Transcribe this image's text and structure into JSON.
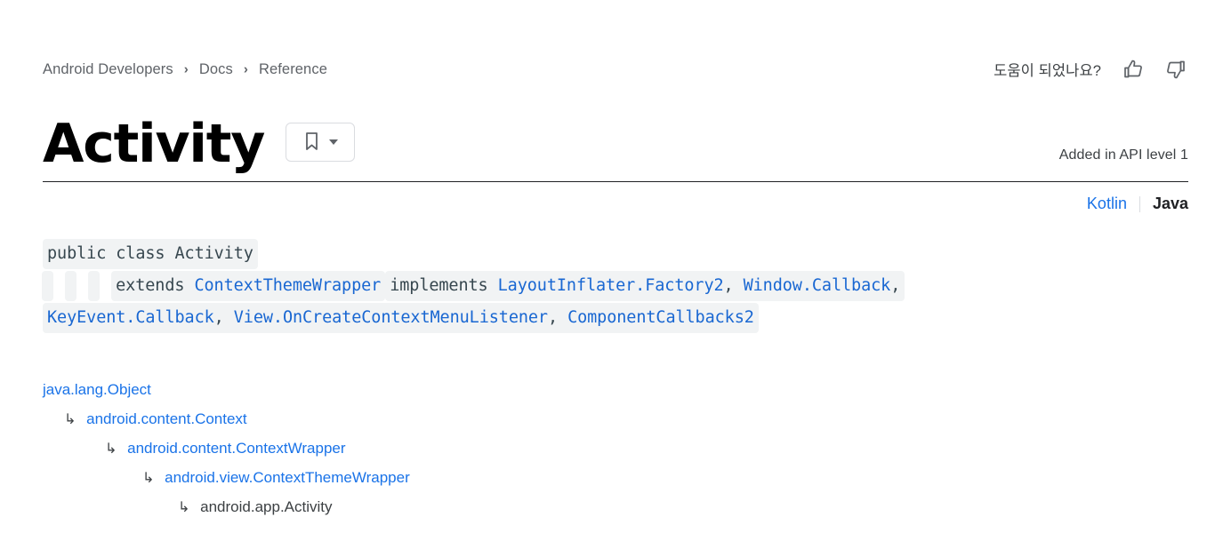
{
  "breadcrumb": {
    "separator": "›",
    "items": [
      {
        "label": "Android Developers"
      },
      {
        "label": "Docs"
      },
      {
        "label": "Reference"
      }
    ]
  },
  "feedback": {
    "label": "도움이 되었나요?",
    "thumbs_up_icon": "thumb-up-icon",
    "thumbs_down_icon": "thumb-down-icon"
  },
  "header": {
    "title": "Activity",
    "bookmark_icon": "bookmark-icon",
    "bookmark_caret_icon": "chevron-down-icon",
    "api_level": "Added in API level 1"
  },
  "language_switcher": {
    "kotlin": "Kotlin",
    "java": "Java",
    "active": "Java"
  },
  "signature": {
    "line1": "public class Activity",
    "line2": {
      "indent_blocks": 3,
      "extends_keyword": "extends",
      "extends_type": "ContextThemeWrapper",
      "implements_keyword": "implements",
      "implements_part1": "LayoutInflater.Factory2",
      "comma1": ",",
      "implements_part2": "Window.Callback",
      "comma2": ","
    },
    "line3": {
      "part1": "KeyEvent.Callback",
      "comma1": ",",
      "part2": "View.OnCreateContextMenuListener",
      "comma2": ",",
      "part3": "ComponentCallbacks2"
    }
  },
  "inheritance": {
    "arrow": "↳",
    "rows": [
      {
        "label": "java.lang.Object",
        "link": true,
        "depth": 0
      },
      {
        "label": "android.content.Context",
        "link": true,
        "depth": 1
      },
      {
        "label": "android.content.ContextWrapper",
        "link": true,
        "depth": 2
      },
      {
        "label": "android.view.ContextThemeWrapper",
        "link": true,
        "depth": 3
      },
      {
        "label": "android.app.Activity",
        "link": false,
        "depth": 4
      }
    ]
  },
  "colors": {
    "link": "#1a73e8",
    "code_link": "#1967d2",
    "text": "#202124",
    "muted": "#5f6368",
    "code_bg": "#f1f3f4"
  }
}
